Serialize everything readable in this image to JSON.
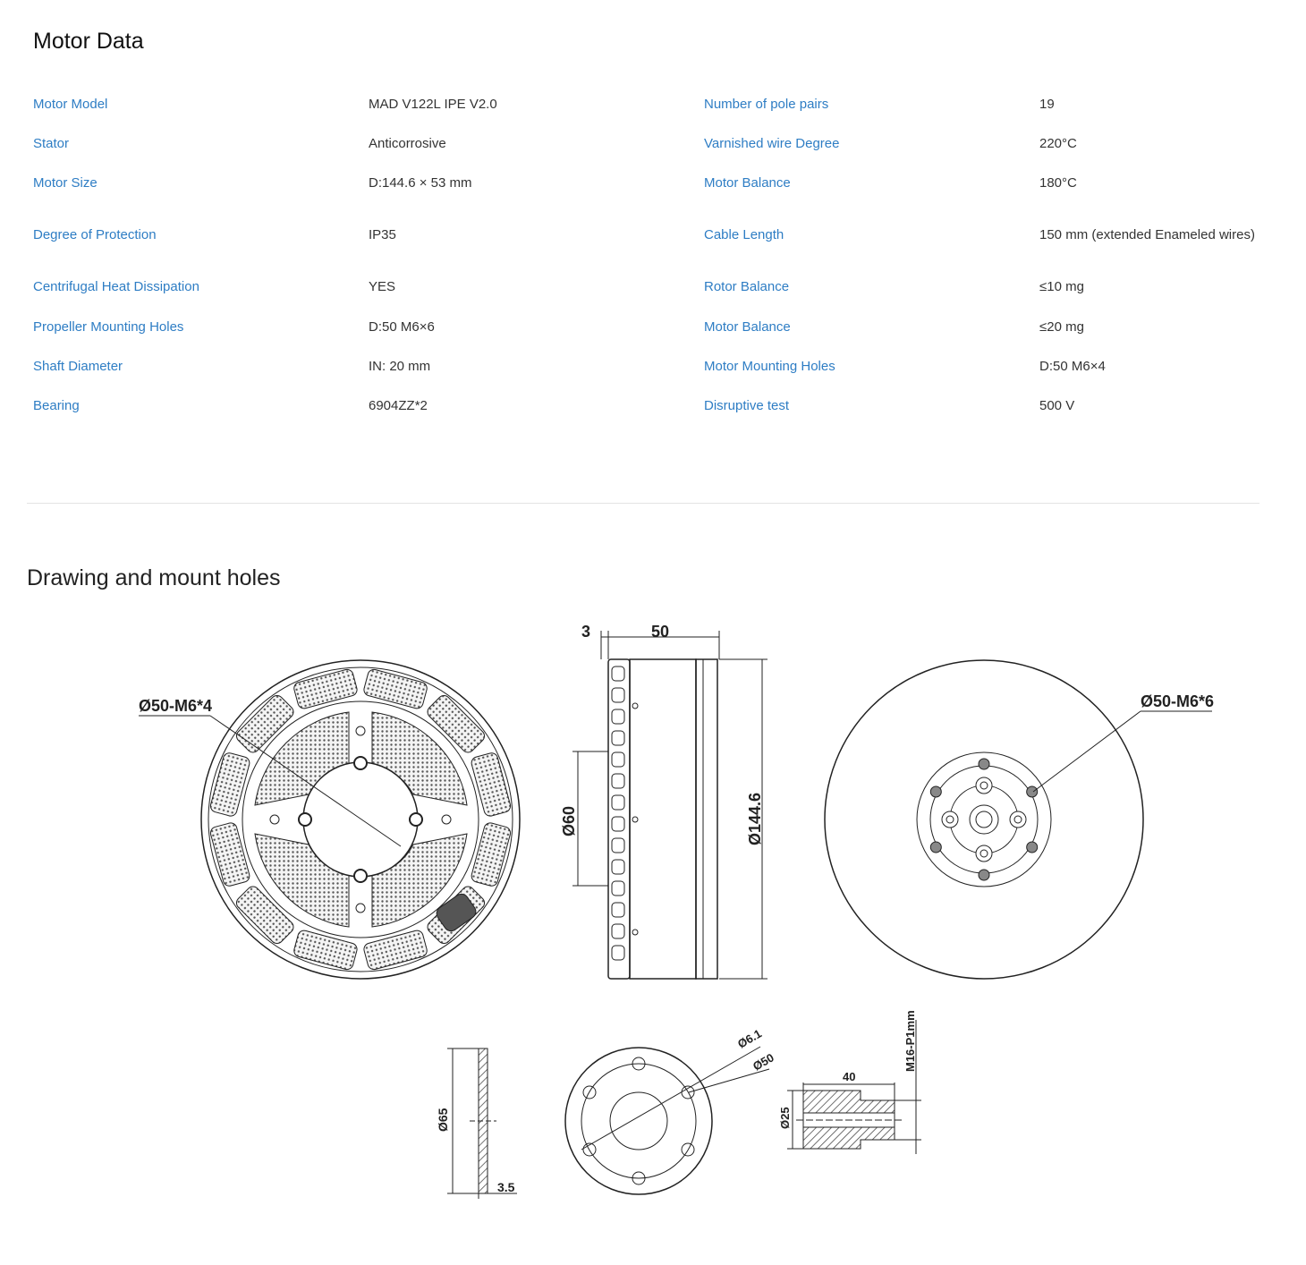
{
  "header": {
    "title": "Motor Data"
  },
  "specs": [
    {
      "k1": "Motor Model",
      "v1": "MAD V122L IPE V2.0",
      "k2": "Number of pole pairs",
      "v2": "19"
    },
    {
      "k1": "Stator",
      "v1": "Anticorrosive",
      "k2": "Varnished wire Degree",
      "v2": "220°C"
    },
    {
      "k1": "Motor Size",
      "v1": "D:144.6 × 53 mm",
      "k2": "Motor Balance",
      "v2": "180°C"
    },
    {
      "k1": "Degree of Protection",
      "v1": "IP35",
      "k2": "Cable Length",
      "v2": "150 mm (extended Enameled wires)"
    },
    {
      "k1": "Centrifugal Heat Dissipation",
      "v1": "YES",
      "k2": "Rotor Balance",
      "v2": "≤10 mg"
    },
    {
      "k1": "Propeller Mounting Holes",
      "v1": "D:50 M6×6",
      "k2": "Motor Balance",
      "v2": "≤20 mg"
    },
    {
      "k1": "Shaft Diameter",
      "v1": "IN: 20 mm",
      "k2": "Motor Mounting Holes",
      "v2": "D:50 M6×4"
    },
    {
      "k1": "Bearing",
      "v1": "6904ZZ*2",
      "k2": "Disruptive test",
      "v2": "500 V"
    }
  ],
  "drawing": {
    "title": "Drawing and mount holes",
    "labels": {
      "bottom_holes": "Ø50-M6*4",
      "top_holes": "Ø50-M6*6",
      "side_flange": "3",
      "side_height": "50",
      "side_shaft": "Ø60",
      "side_dia": "Ø144.6",
      "adapter_dia": "Ø65",
      "adapter_thk": "3.5",
      "flange_hole": "Ø6.1",
      "flange_pcd": "Ø50",
      "nut_len": "40",
      "nut_dia": "Ø25",
      "nut_thread": "M16-P1mm"
    }
  }
}
